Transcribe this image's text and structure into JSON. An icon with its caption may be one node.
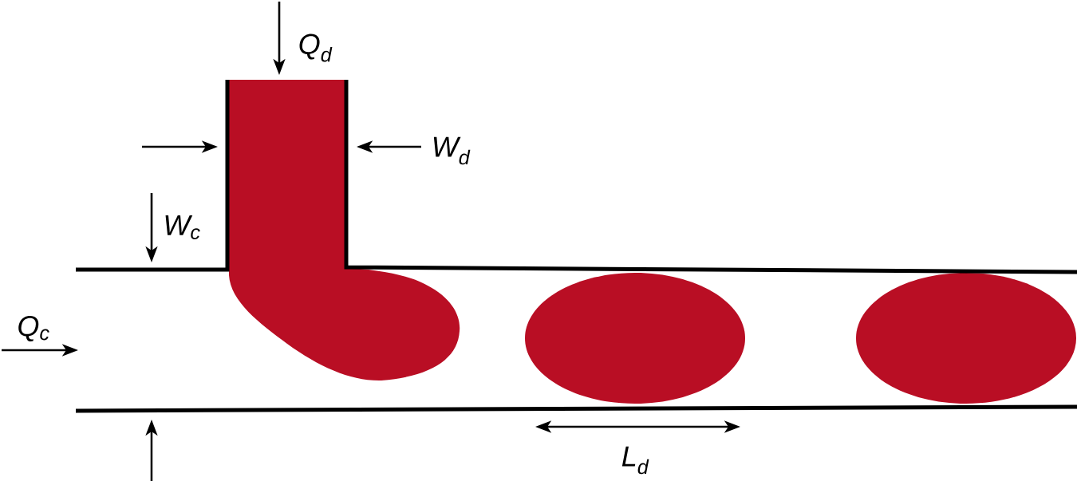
{
  "diagram": {
    "labels": [
      "Q$_{d}$",
      "W$_{d}$",
      "W$_{c}$",
      "Q$_{c}$",
      "L$_{d}$"
    ]
  }
}
